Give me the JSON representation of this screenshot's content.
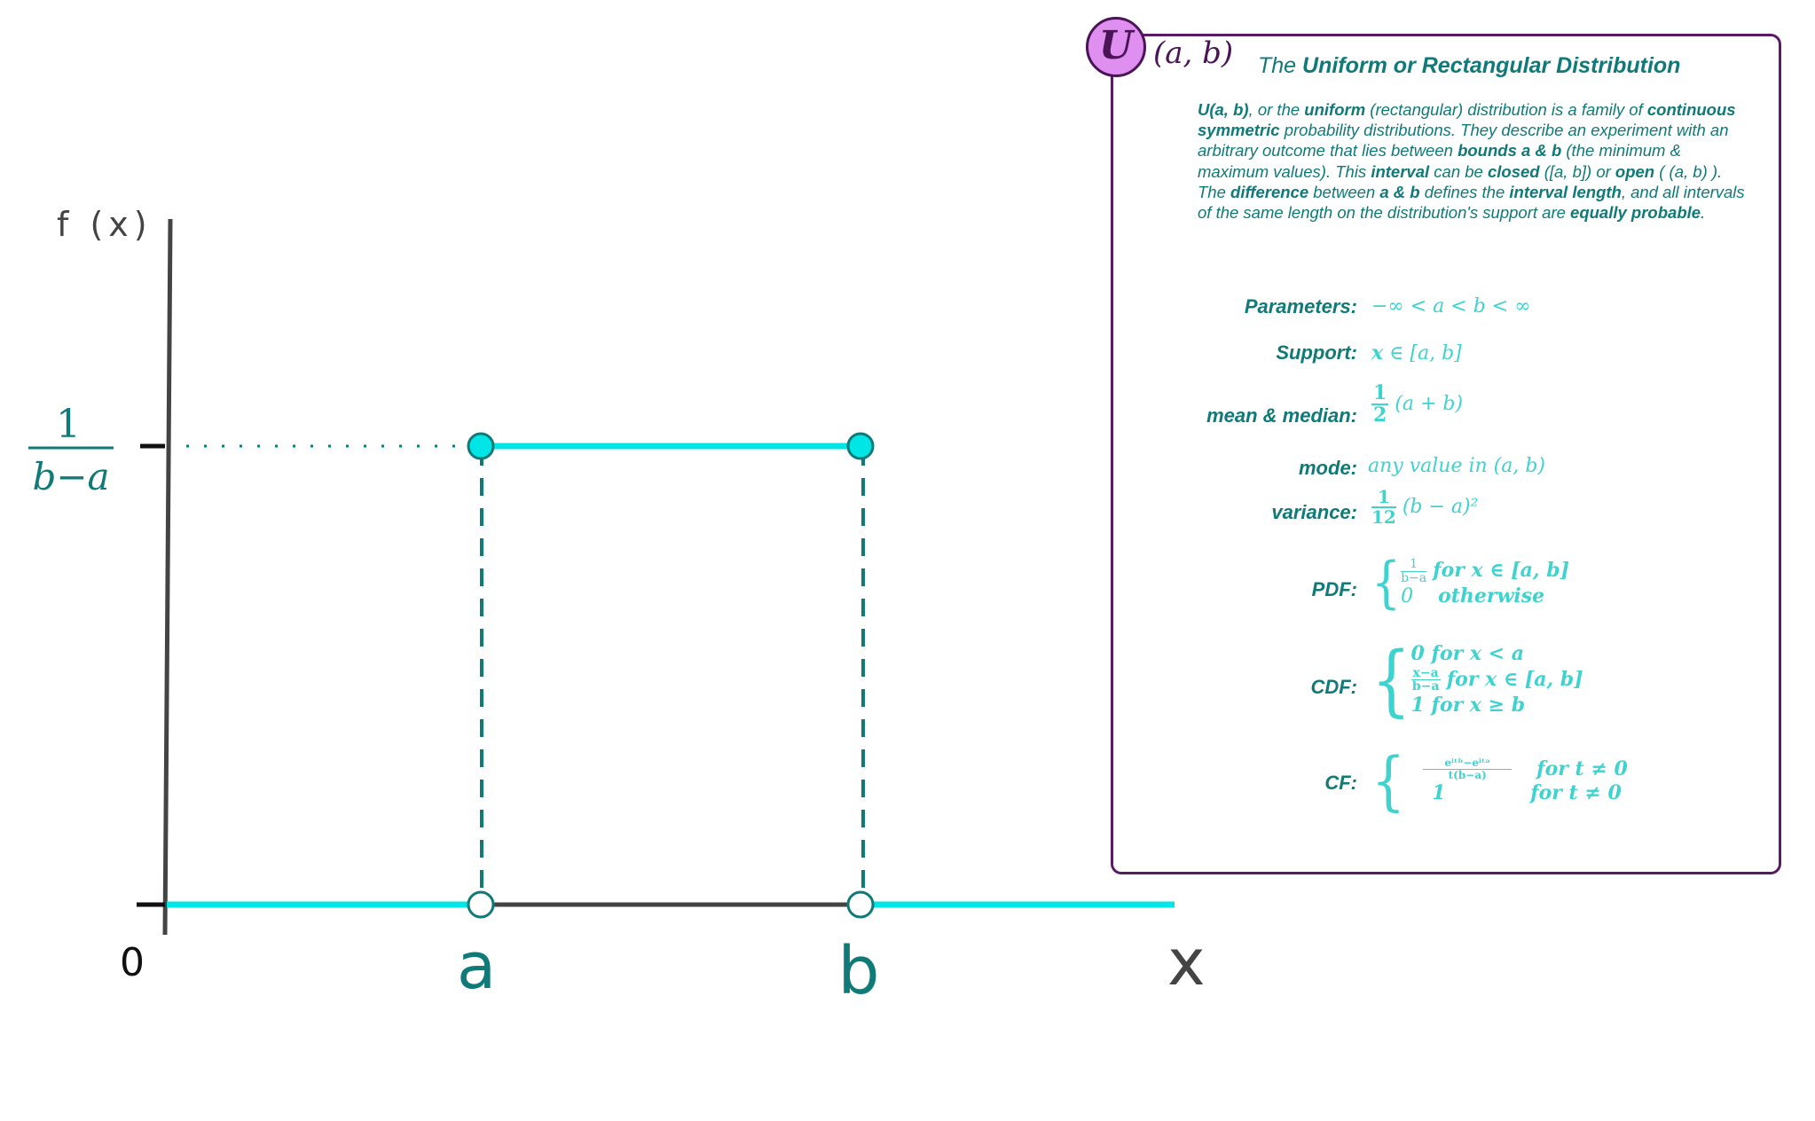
{
  "diagram": {
    "y_axis_label": "f (x)",
    "x_axis_label": "x",
    "origin_label": "0",
    "a_label": "a",
    "b_label": "b",
    "density_numerator": "1",
    "density_denominator": "b−a"
  },
  "colors": {
    "teal": "#0f7a78",
    "cyan": "#00e6e6",
    "axis": "#444444",
    "purple": "#4a1456",
    "badge_fill": "#df8ff0"
  },
  "card": {
    "badge_letter": "U",
    "badge_args": "(a, b)",
    "title_prefix": "The ",
    "title_bold": "Uniform or Rectangular Distribution",
    "description": [
      {
        "t": "U(a, b)",
        "b": true
      },
      {
        "t": ", or the ",
        "b": false
      },
      {
        "t": "uniform",
        "b": true
      },
      {
        "t": " (rectangular) distribution is a family of ",
        "b": false
      },
      {
        "t": "continuous symmetric",
        "b": true
      },
      {
        "t": " probability distributions. They describe an experiment with an arbitrary outcome that lies between ",
        "b": false
      },
      {
        "t": "bounds a & b",
        "b": true
      },
      {
        "t": " (the minimum & maximum values). This ",
        "b": false
      },
      {
        "t": "interval",
        "b": true
      },
      {
        "t": " can be ",
        "b": false
      },
      {
        "t": "closed",
        "b": true
      },
      {
        "t": " ([a, b]) or ",
        "b": false
      },
      {
        "t": "open",
        "b": true
      },
      {
        "t": " ( (a, b) ).  The ",
        "b": false
      },
      {
        "t": "difference",
        "b": true
      },
      {
        "t": " between ",
        "b": false
      },
      {
        "t": "a & b",
        "b": true
      },
      {
        "t": " defines the ",
        "b": false
      },
      {
        "t": "interval length",
        "b": true
      },
      {
        "t": ", and all intervals of the same length on the distribution's support are ",
        "b": false
      },
      {
        "t": "equally probable",
        "b": true
      },
      {
        "t": ".",
        "b": false
      }
    ],
    "labels": {
      "parameters": "Parameters:",
      "support": "Support:",
      "mean": "mean & median:",
      "mode": "mode:",
      "variance": "variance:",
      "pdf": "PDF:",
      "cdf": "CDF:",
      "cf": "CF:"
    },
    "values": {
      "parameters": "−∞ < a < b < ∞",
      "support_x": "x",
      "support_rest": " ∈ [a, b]",
      "mean_num": "1",
      "mean_den": "2",
      "mean_rest": "(a + b)",
      "mode": "any value in (a, b)",
      "var_num": "1",
      "var_den": "12",
      "var_rest": "(b − a)²",
      "pdf_row1_num": "1",
      "pdf_row1_den": "b−a",
      "pdf_row1_text": "for x ∈ [a, b]",
      "pdf_row2_val": "0",
      "pdf_row2_text": "otherwise",
      "cdf_row1": "0 for x < a",
      "cdf_row2_num": "x−a",
      "cdf_row2_den": "b−a",
      "cdf_row2_text": "for x ∈ [a, b]",
      "cdf_row3": "1 for x ≥ b",
      "cf_row1_num": "eⁱᵗᵇ−eⁱᵗᵃ",
      "cf_row1_den": "t(b−a)",
      "cf_row1_text": "for t ≠ 0",
      "cf_row2_val": "1",
      "cf_row2_text": "for t ≠ 0"
    }
  }
}
